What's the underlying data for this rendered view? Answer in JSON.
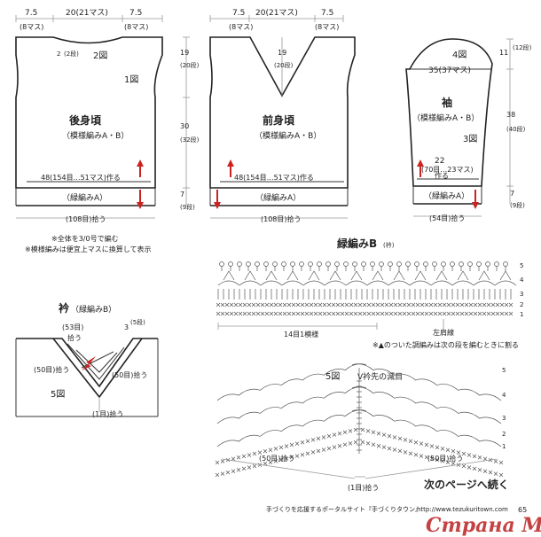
{
  "back": {
    "title": "後身頃",
    "sub": "（模様編みA・B）",
    "top_left": "7.5",
    "top_left_m": "(8マス)",
    "top_mid": "20(21マス)",
    "top_right": "7.5",
    "top_right_m": "(8マス)",
    "neck": "2",
    "neck_r": "(2段)",
    "fig2": "2図",
    "fig1": "1図",
    "side": "30",
    "side2": "(32段)",
    "arm": "19",
    "arm2": "(20段)",
    "width": "48(154目…51マス)作る",
    "edge": "（緑編みA）",
    "pickup": "(108目)拾う",
    "edge_h": "7",
    "edge_h2": "(9段)"
  },
  "front": {
    "title": "前身頃",
    "sub": "（模様編みA・B）",
    "top_left": "7.5",
    "top_left_m": "(8マス)",
    "top_mid": "20(21マス)",
    "top_right": "7.5",
    "top_right_m": "(8マス)",
    "v_depth": "19",
    "v_depth2": "(20段)",
    "width": "48(154目…51マス)作る",
    "edge": "（緑編みA）",
    "pickup": "(108目)拾う"
  },
  "sleeve": {
    "title": "袖",
    "sub": "（模様編みA・B）",
    "fig4": "4図",
    "fig3": "3図",
    "top": "35(37マス)",
    "cap": "11",
    "cap2": "(12段)",
    "len": "38",
    "len2": "(40段)",
    "bottom": "22",
    "bottom2": "(70目…23マス)",
    "make": "作る",
    "edge": "（緑編みA）",
    "pickup": "(54目)拾う",
    "edge_h": "7",
    "edge_h2": "(9段)"
  },
  "notes": {
    "note1": "※全体を3/0号で編む",
    "note2": "※模様編みは便宜上マスに換算して表示"
  },
  "collar": {
    "title": "衿",
    "sub": "（緑編みB）",
    "center": "(53目)",
    "pick": "拾う",
    "side_h": "3",
    "side_h2": "(5段)",
    "left": "(50目)拾う",
    "right": "(50目)拾う",
    "bottom": "(1目)拾う",
    "fig5": "5図"
  },
  "chartB": {
    "title": "緑編みB",
    "title_sub": "(衿)",
    "repeat": "14目1模様",
    "left_edge": "左肩線",
    "note": "※▲のついた調編みは次の段を編むときに割る",
    "rows": [
      "5",
      "4",
      "3",
      "2",
      "1"
    ]
  },
  "chart5": {
    "title": "5図",
    "sub": "V衿先の減目",
    "left": "(50目)拾う",
    "right": "(50目)拾う",
    "center": "(1目)拾う",
    "rows": [
      "5",
      "4",
      "3",
      "2",
      "1"
    ]
  },
  "footer": {
    "continue": "次のページへ続く",
    "site": "手づくりを応援するポータルサイト『手づくりタウン』",
    "url": "http://www.tezukuritown.com",
    "page": "65",
    "watermark": "Страна Мам"
  }
}
